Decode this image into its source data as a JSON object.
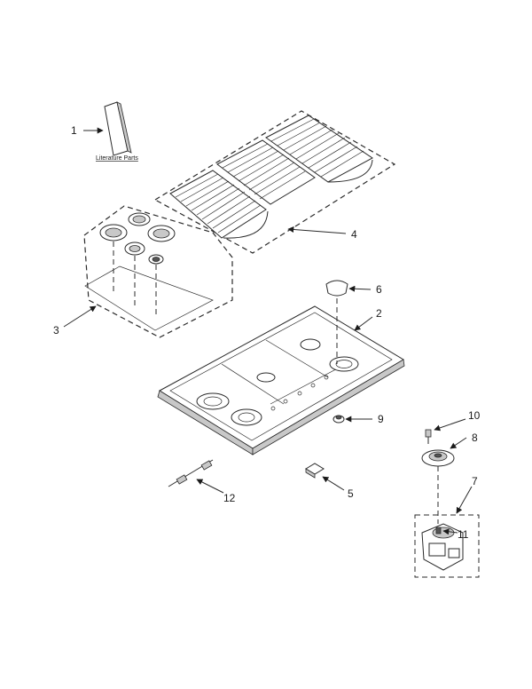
{
  "literature": {
    "label": "Literature Parts"
  },
  "callouts": {
    "c1": "1",
    "c2": "2",
    "c3": "3",
    "c4": "4",
    "c5": "5",
    "c6": "6",
    "c7": "7",
    "c8": "8",
    "c9": "9",
    "c10": "10",
    "c11": "11",
    "c12": "12"
  }
}
